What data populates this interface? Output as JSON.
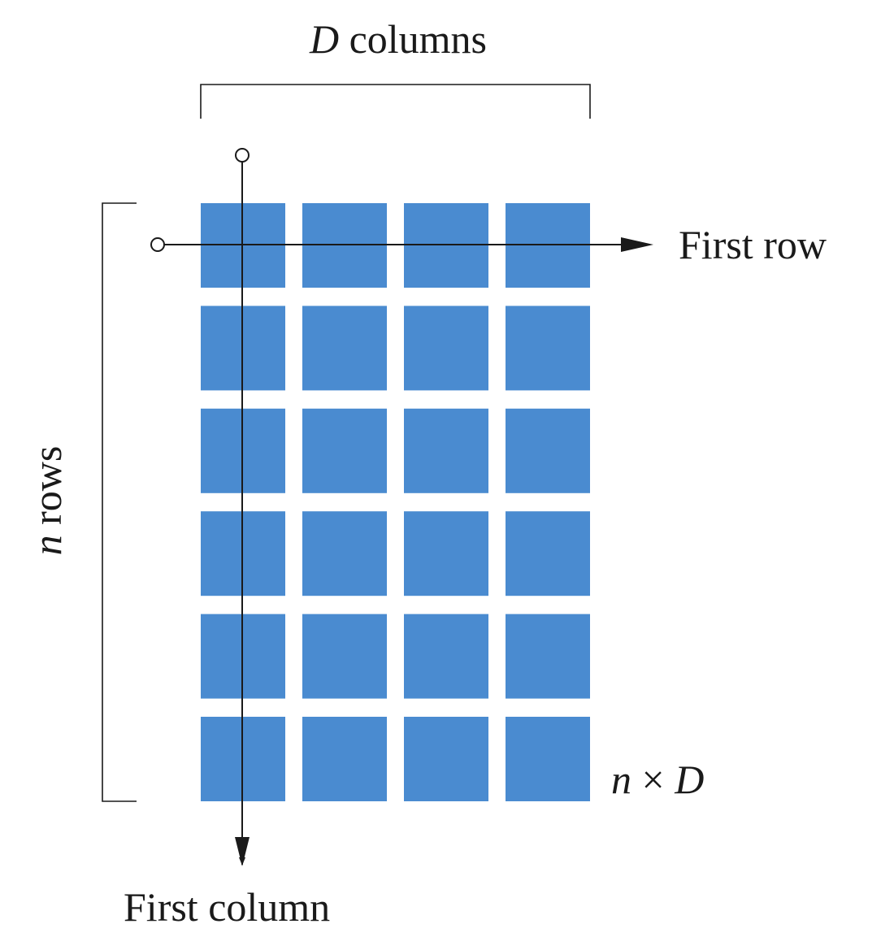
{
  "diagram": {
    "columns_label": {
      "var": "D",
      "text": " columns"
    },
    "rows_label": {
      "var": "n",
      "text": " rows"
    },
    "first_row_label": "First row",
    "first_column_label": "First column",
    "size_label": {
      "a": "n",
      "op": " × ",
      "b": "D"
    },
    "grid": {
      "rows": 6,
      "cols": 4
    },
    "colors": {
      "cell": "#4a8bd0",
      "line": "#1a1a1a"
    }
  }
}
